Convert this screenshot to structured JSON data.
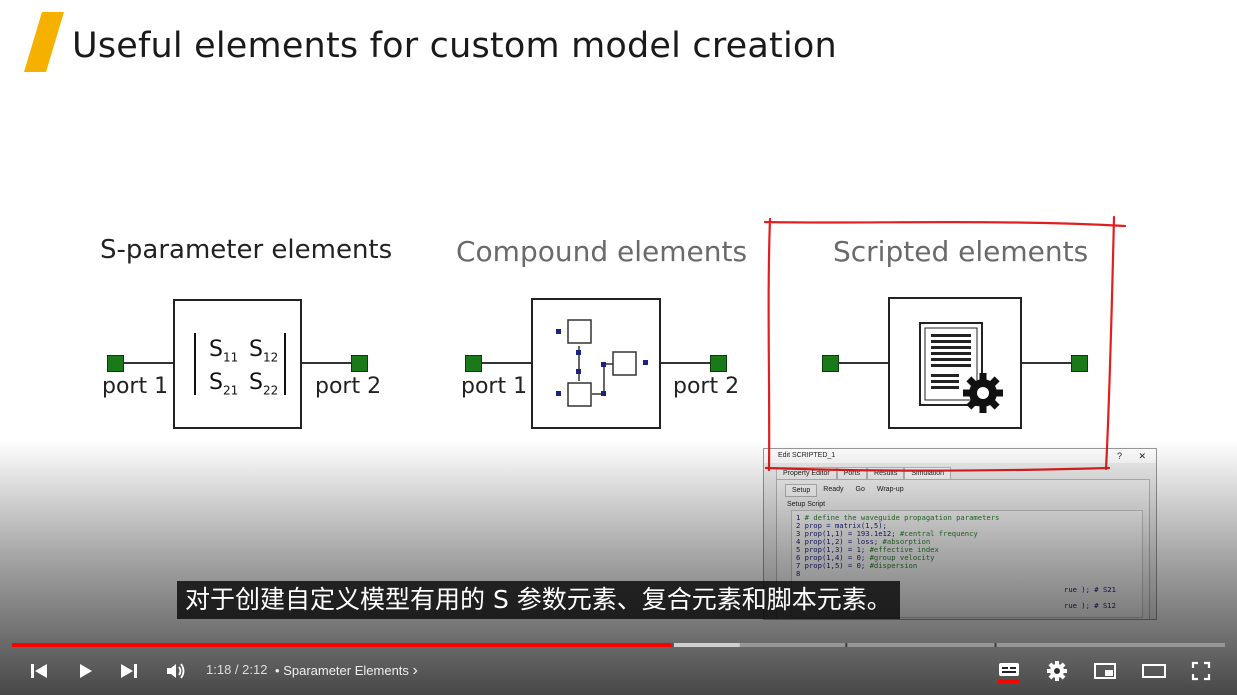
{
  "slide": {
    "title": "Useful elements for custom model creation",
    "accent_color": "#f6b100",
    "sections": [
      {
        "title": "S-parameter elements",
        "port_left": "port 1",
        "port_right": "port 2",
        "matrix": {
          "s11": "S",
          "s11_sub": "11",
          "s12": "S",
          "s12_sub": "12",
          "s21": "S",
          "s21_sub": "21",
          "s22": "S",
          "s22_sub": "22"
        }
      },
      {
        "title": "Compound elements",
        "port_left": "port 1",
        "port_right": "port 2"
      },
      {
        "title": "Scripted elements"
      }
    ],
    "terminal_color": "#1a7a1a",
    "annotation_color": "#e02020"
  },
  "dialog": {
    "title": "Edit SCRIPTED_1",
    "help": "?",
    "close": "✕",
    "tabs": [
      "Property Editor",
      "Ports",
      "Results",
      "Simulation"
    ],
    "subtabs": [
      "Setup",
      "Ready",
      "Go",
      "Wrap-up"
    ],
    "section_label": "Setup Script",
    "code_lines": [
      {
        "n": "1",
        "code": "",
        "comment": "# define the waveguide propagation parameters"
      },
      {
        "n": "2",
        "code": "prop = matrix(1,5);",
        "comment": ""
      },
      {
        "n": "3",
        "code": "prop(1,1) = 193.1e12; ",
        "comment": "#central frequency"
      },
      {
        "n": "4",
        "code": "prop(1,2) = loss; ",
        "comment": "#absorption"
      },
      {
        "n": "5",
        "code": "prop(1,3) = 1; ",
        "comment": "#effective index"
      },
      {
        "n": "6",
        "code": "prop(1,4) = 0; ",
        "comment": "#group velocity"
      },
      {
        "n": "7",
        "code": "prop(1,5) = 0; ",
        "comment": "#dispersion"
      },
      {
        "n": "8",
        "code": "",
        "comment": ""
      }
    ],
    "fragments": [
      "rue ); # S21",
      "rue ); # S12"
    ]
  },
  "player": {
    "caption": "对于创建自定义模型有用的 S 参数元素、复合元素和脚本元素。",
    "time_current": "1:18",
    "time_separator": " / ",
    "time_total": "2:12",
    "chapter_bullet": "•",
    "chapter": "Sparameter Elements",
    "chapter_arrow": "›",
    "progress_played": 0.544,
    "progress_buffered": 0.6,
    "progress_color": "#ff0000",
    "chapter_marks": [
      0.544,
      0.687,
      0.81
    ],
    "icons": [
      "previous-icon",
      "play-icon",
      "next-icon",
      "volume-icon",
      "subtitles-icon",
      "settings-gear-icon",
      "miniplayer-icon",
      "theater-mode-icon",
      "fullscreen-icon"
    ]
  }
}
